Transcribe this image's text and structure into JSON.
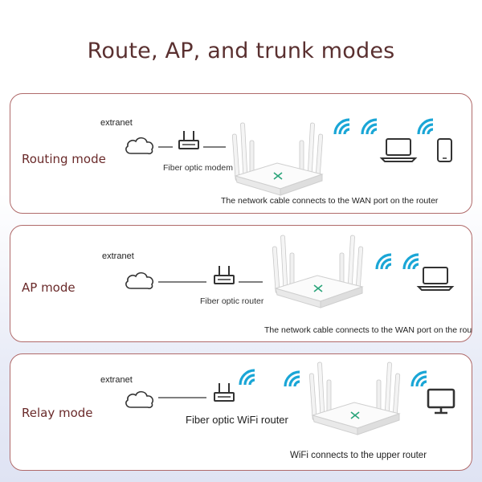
{
  "title": "Route, AP, and trunk modes",
  "colors": {
    "title": "#5a3030",
    "border": "#b06a6a",
    "wifi": "#1aa6d6",
    "device": "#333333"
  },
  "panels": [
    {
      "mode": "Routing mode",
      "extranet": "extranet",
      "device_label": "Fiber optic modem",
      "caption": "The network cable connects to the WAN port on the router",
      "icons": [
        "cloud-icon",
        "modem-icon",
        "router-icon",
        "wifi-icon",
        "laptop-icon",
        "wifi-icon",
        "phone-icon"
      ]
    },
    {
      "mode": "AP mode",
      "extranet": "extranet",
      "device_label": "Fiber optic router",
      "caption": "The network cable connects to the WAN port on the router",
      "icons": [
        "cloud-icon",
        "router-small-icon",
        "router-icon",
        "wifi-icon",
        "laptop-icon"
      ]
    },
    {
      "mode": "Relay mode",
      "extranet": "extranet",
      "device_label": "Fiber optic WiFi router",
      "caption": "WiFi connects to the upper router",
      "icons": [
        "cloud-icon",
        "router-small-icon",
        "wifi-icon",
        "router-icon",
        "wifi-icon",
        "monitor-icon"
      ]
    }
  ]
}
